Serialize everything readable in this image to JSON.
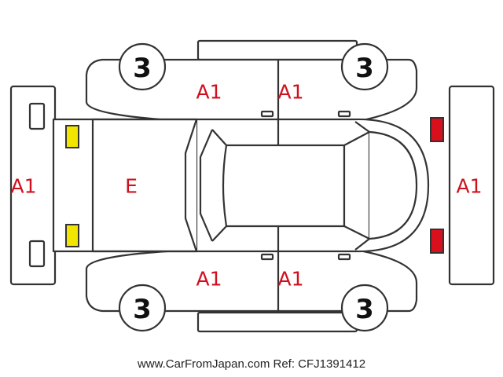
{
  "colors": {
    "outline": "#333333",
    "fill": "#ffffff",
    "code_text": "#d0101e",
    "tire_text": "#111111",
    "indicator_yellow": "#f2e600",
    "indicator_red": "#d8101e"
  },
  "panels": {
    "front_bumper": "A1",
    "rear_bumper": "A1",
    "hood": "E",
    "top_left_door_front": "A1",
    "top_left_door_rear": "A1",
    "bottom_right_door_front": "A1",
    "bottom_right_door_rear": "A1"
  },
  "tires": {
    "front_left": "3",
    "rear_left": "3",
    "front_right": "3",
    "rear_right": "3"
  },
  "indicators": {
    "front_lamps_color": "yellow",
    "rear_lamps_color": "red"
  },
  "footer": "www.CarFromJapan.com Ref: CFJ1391412"
}
